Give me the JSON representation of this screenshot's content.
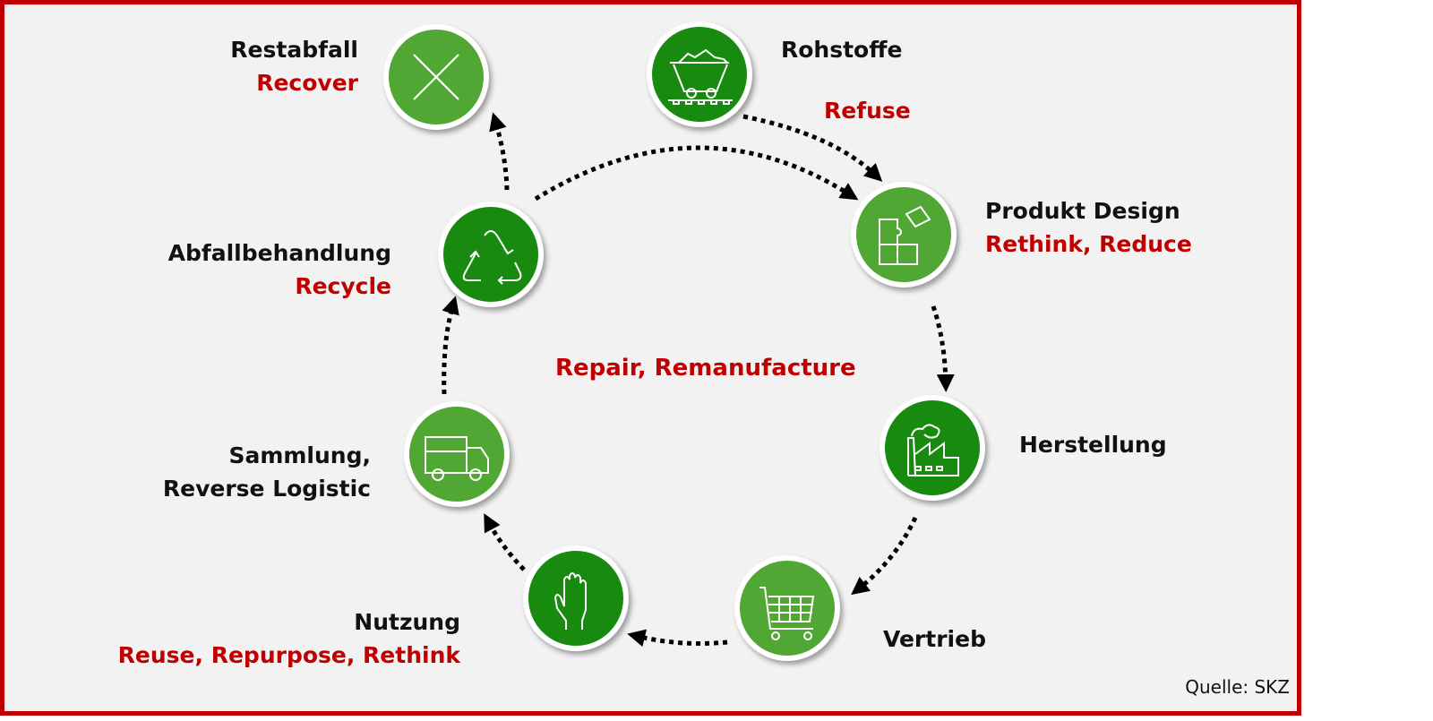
{
  "colors": {
    "border": "#c00000",
    "background": "#f2f2f2",
    "dark_green": "#178a0f",
    "light_green": "#50a733",
    "red_text": "#c00000",
    "black_text": "#111111"
  },
  "stages": [
    {
      "id": "rohstoffe",
      "title": "Rohstoffe",
      "r_label": "",
      "icon": "mine-cart-icon"
    },
    {
      "id": "produkt-design",
      "title": "Produkt Design",
      "r_label": "Rethink, Reduce",
      "icon": "puzzle-icon"
    },
    {
      "id": "herstellung",
      "title": "Herstellung",
      "r_label": "",
      "icon": "factory-icon"
    },
    {
      "id": "vertrieb",
      "title": "Vertrieb",
      "r_label": "",
      "icon": "shopping-cart-icon"
    },
    {
      "id": "nutzung",
      "title": "Nutzung",
      "r_label": "Reuse, Repurpose, Rethink",
      "icon": "hand-icon"
    },
    {
      "id": "sammlung",
      "title": "Sammlung,",
      "title2": "Reverse Logistic",
      "r_label": "",
      "icon": "truck-icon"
    },
    {
      "id": "abfallbehandlung",
      "title": "Abfallbehandlung",
      "r_label": "Recycle",
      "icon": "recycle-icon"
    },
    {
      "id": "restabfall",
      "title": "Restabfall",
      "r_label": "Recover",
      "icon": "x-cross-icon"
    }
  ],
  "refuse_label": "Refuse",
  "center_label": "Repair, Remanufacture",
  "source": "Quelle: SKZ"
}
